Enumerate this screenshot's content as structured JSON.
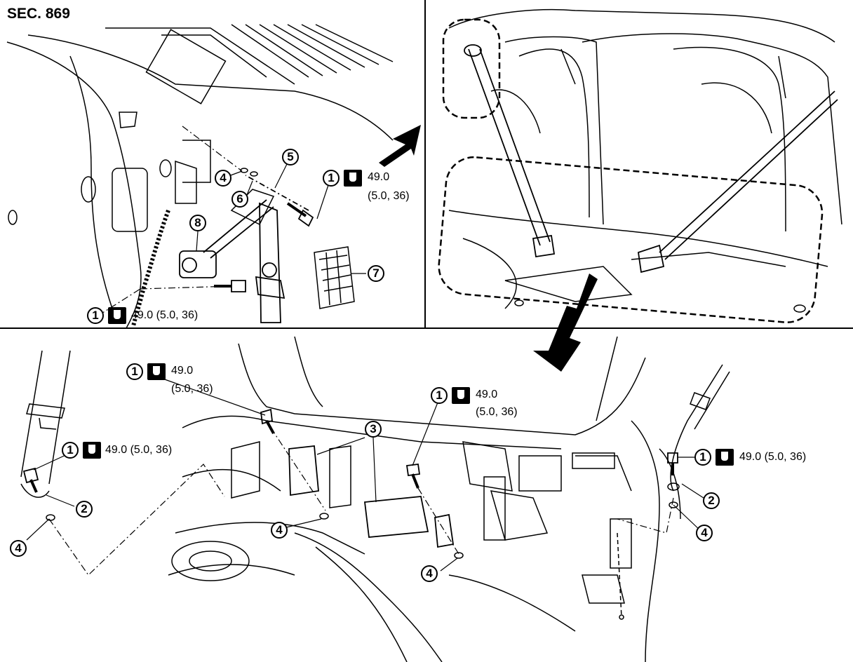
{
  "title": "SEC. 869",
  "torque_spec": {
    "value": "49.0",
    "alt": "(5.0, 36)",
    "inline": "49.0 (5.0, 36)"
  },
  "callouts": {
    "n1": "1",
    "n2": "2",
    "n3": "3",
    "n4": "4",
    "n5": "5",
    "n6": "6",
    "n7": "7",
    "n8": "8"
  },
  "icons": [
    "wrench-torque-icon",
    "direction-arrow-icon",
    "bolt-icon",
    "retractor-icon",
    "seat-belt-icon"
  ]
}
